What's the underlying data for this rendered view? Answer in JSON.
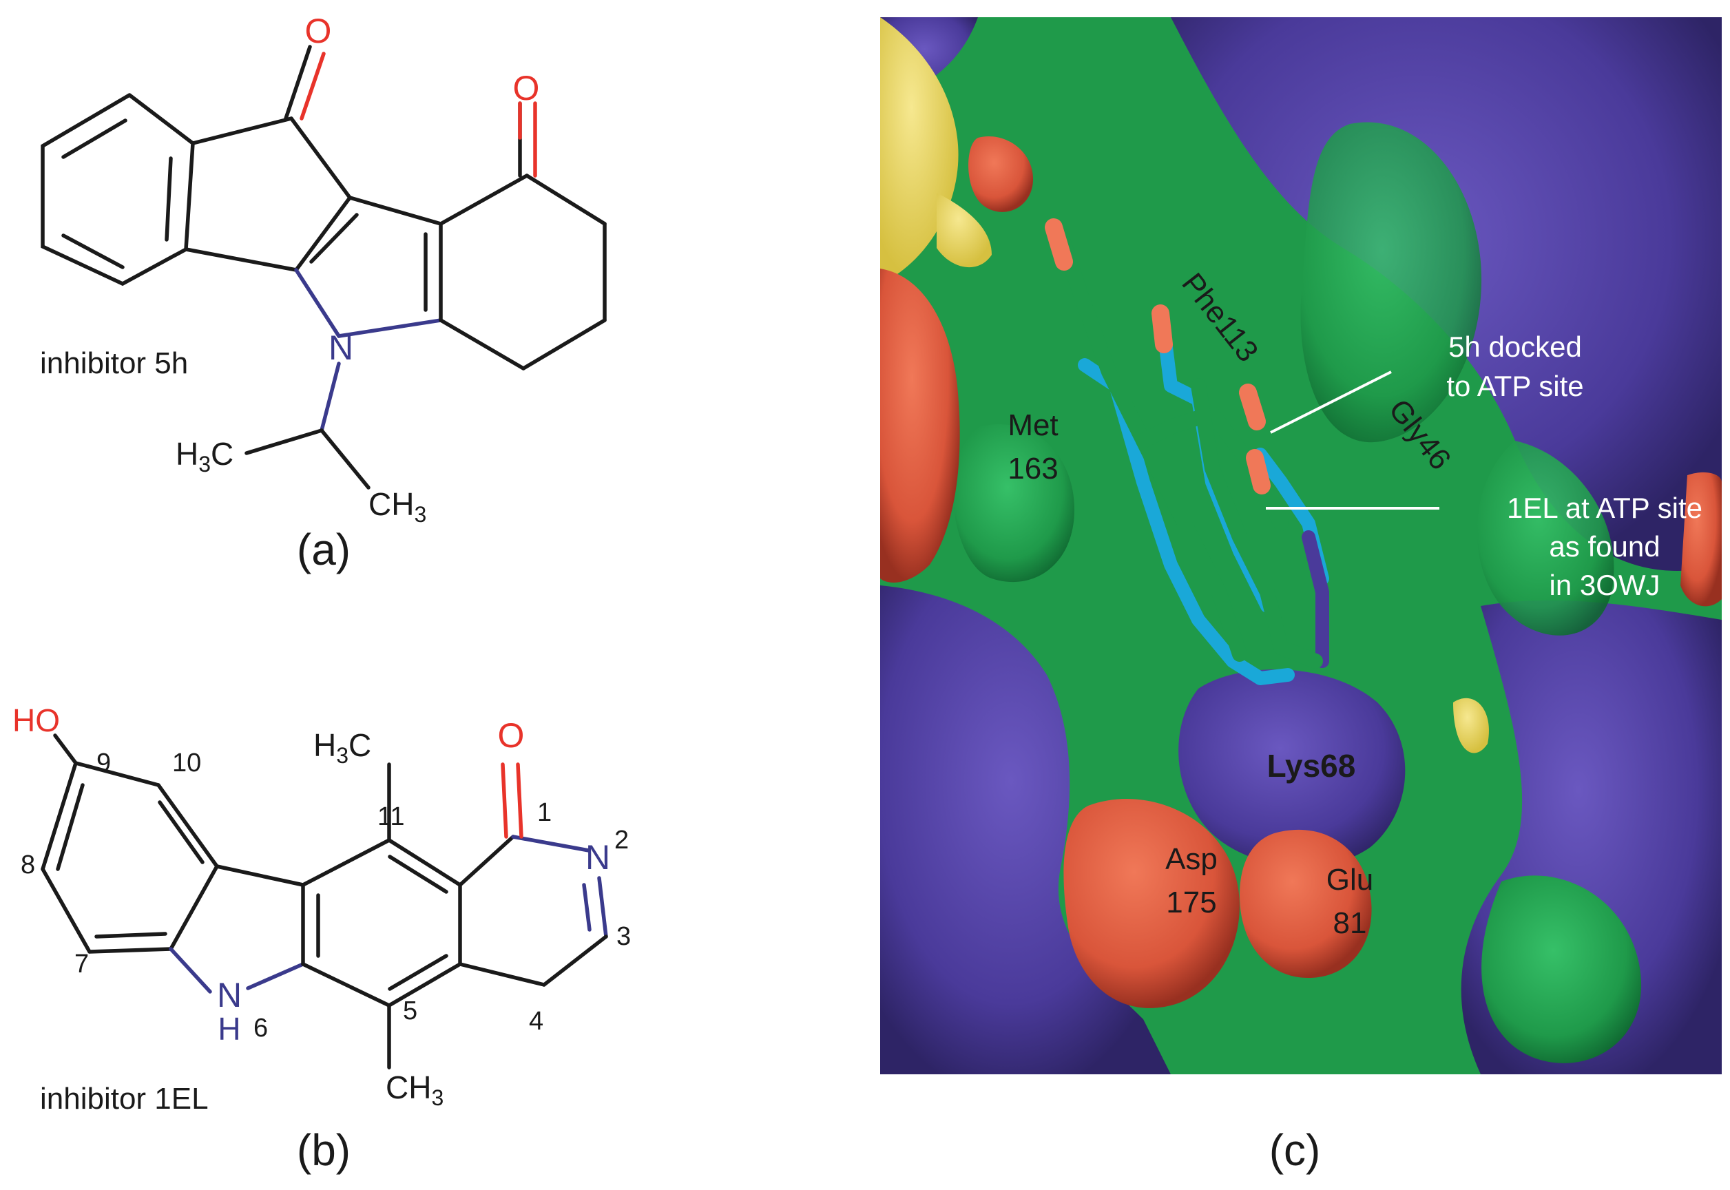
{
  "colors": {
    "bond": "#1a1a1a",
    "oxygen": "#e8332a",
    "nitrogen": "#3a3a8c",
    "protein_green": "#1f9a4a",
    "protein_purple": "#4a3a9a",
    "protein_red": "#d9553a",
    "protein_yellow": "#e8d65a",
    "ligand_cyan": "#1aa8d8",
    "callout": "#ffffff"
  },
  "panel_a": {
    "name": "inhibitor 5h",
    "caption": "(a)",
    "atoms": {
      "O1": "O",
      "O2": "O",
      "N": "N",
      "CH3_left": "H3C",
      "CH3_right": "CH3"
    }
  },
  "panel_b": {
    "name": "inhibitor 1EL",
    "caption": "(b)",
    "atoms": {
      "HO": "HO",
      "O": "O",
      "N2": "N",
      "NH": "N",
      "H": "H",
      "CH3_top": "H3C",
      "CH3_bottom": "CH3"
    },
    "positions": [
      "1",
      "2",
      "3",
      "4",
      "5",
      "6",
      "7",
      "8",
      "9",
      "10",
      "11"
    ]
  },
  "panel_c": {
    "caption": "(c)",
    "residues": {
      "phe": "Phe113",
      "gly": "Gly46",
      "met": "Met",
      "met_num": "163",
      "lys": "Lys68",
      "asp": "Asp",
      "asp_num": "175",
      "glu": "Glu",
      "glu_num": "81"
    },
    "callouts": {
      "docked_line1": "5h docked",
      "docked_line2": "to ATP site",
      "crystal_line1": "1EL at ATP site",
      "crystal_line2": "as found",
      "crystal_line3": "in 3OWJ"
    }
  }
}
